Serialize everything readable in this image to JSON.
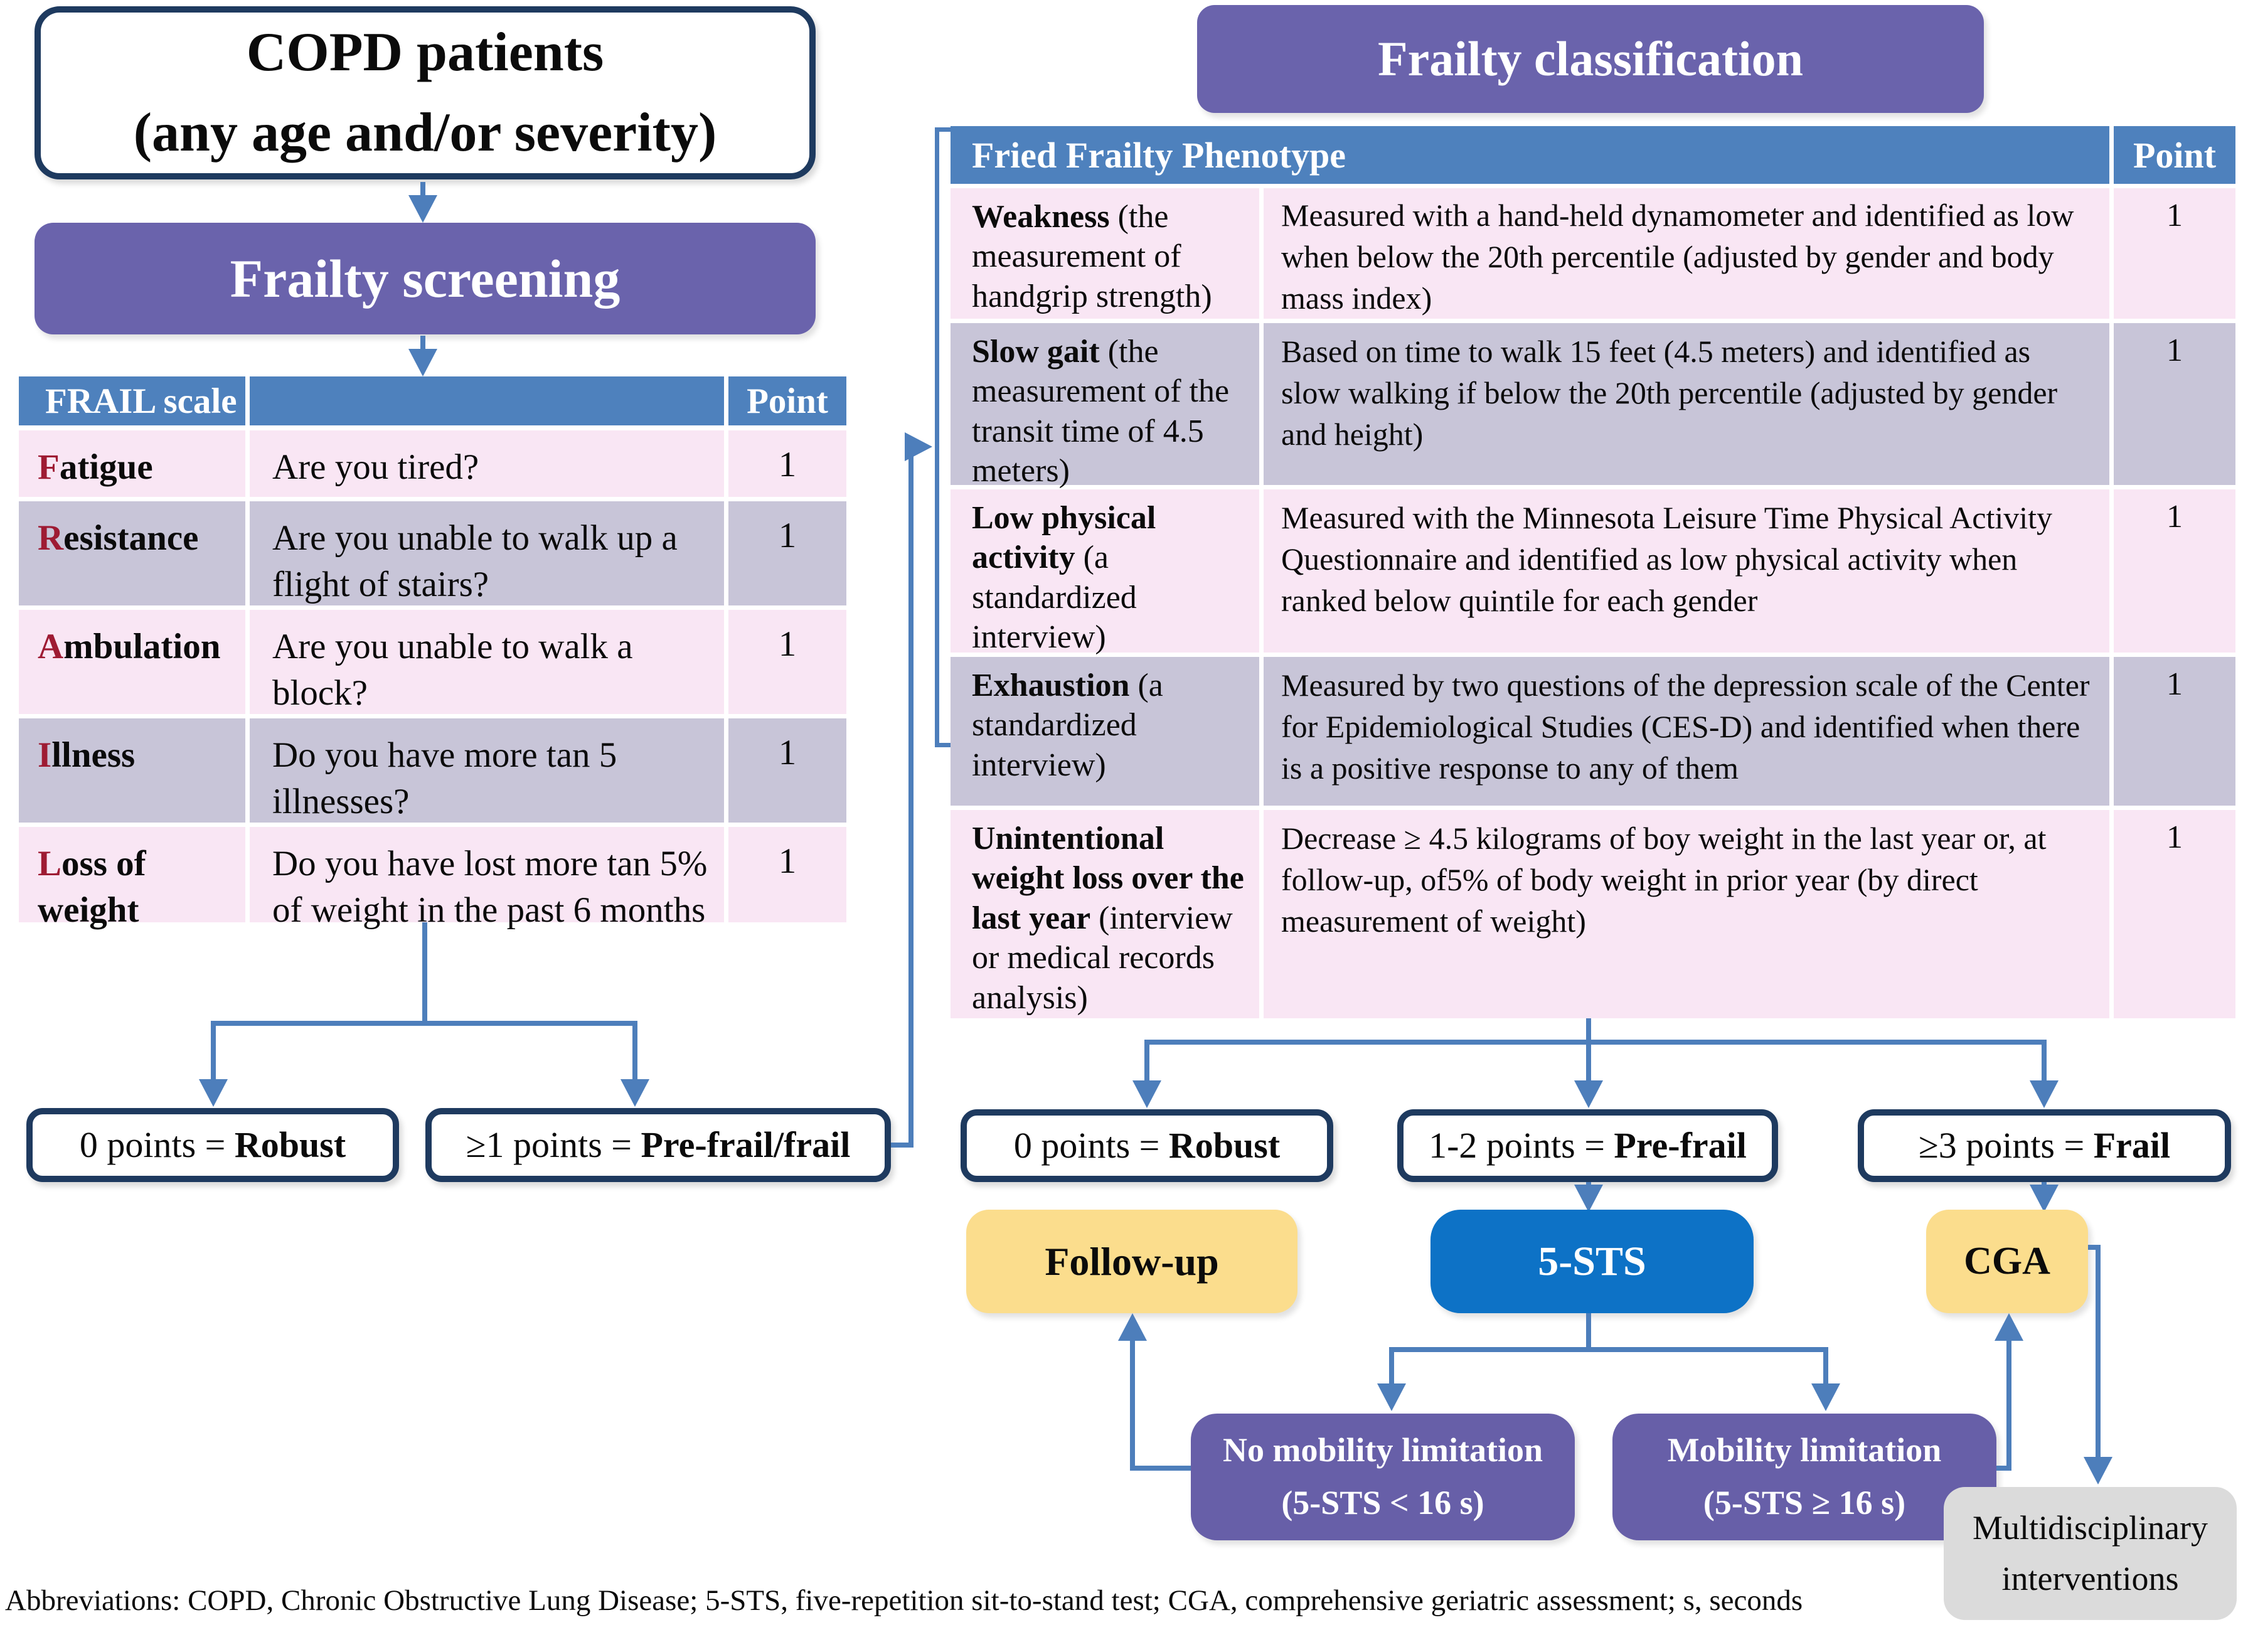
{
  "flow": {
    "copd_line1": "COPD patients",
    "copd_line2": "(any age and/or severity)",
    "screening_title": "Frailty screening",
    "classification_title": "Frailty classification"
  },
  "frail_table": {
    "header": {
      "scale": "FRAIL scale",
      "point": "Point"
    },
    "rows": [
      {
        "initial": "F",
        "term": "atigue",
        "question": "Are you tired?",
        "point": "1"
      },
      {
        "initial": "R",
        "term": "esistance",
        "question": "Are you unable to walk up a flight of stairs?",
        "point": "1"
      },
      {
        "initial": "A",
        "term": "mbulation",
        "question": "Are you unable to walk a block?",
        "point": "1"
      },
      {
        "initial": "I",
        "term": "llness",
        "question": "Do you have more tan 5 illnesses?",
        "point": "1"
      },
      {
        "initial": "L",
        "term": "oss of weight",
        "question": "Do you have lost more tan 5% of weight in the past 6 months",
        "point": "1"
      }
    ]
  },
  "fried_table": {
    "header": {
      "title": "Fried Frailty Phenotype",
      "point": "Point"
    },
    "rows": [
      {
        "name": "Weakness",
        "detail": "(the measurement of handgrip strength)",
        "description": "Measured with a hand-held dynamometer and identified as low when below the 20th percentile (adjusted by gender and body mass index)",
        "point": "1"
      },
      {
        "name": "Slow gait",
        "detail": "(the measurement of the transit time of 4.5 meters)",
        "description": "Based on time to walk 15 feet (4.5 meters) and identified as slow walking if below the 20th percentile (adjusted by gender and height)",
        "point": "1"
      },
      {
        "name": "Low physical activity",
        "detail": "(a standardized interview)",
        "description": "Measured with the Minnesota Leisure Time Physical Activity Questionnaire and identified as low physical activity when ranked below quintile for each gender",
        "point": "1"
      },
      {
        "name": "Exhaustion",
        "detail": "(a standardized interview)",
        "description": "Measured by two questions of the depression scale of the Center for Epidemiological Studies (CES-D) and identified when there is a positive response to any of them",
        "point": "1"
      },
      {
        "name": "Unintentional weight loss over the last year",
        "detail": "(interview or medical records analysis)",
        "description": "Decrease ≥ 4.5 kilograms of boy weight in the last year or, at follow-up, of5% of body weight in prior year (by direct measurement of weight)",
        "point": "1"
      }
    ]
  },
  "frail_outcomes": [
    {
      "prefix": "0 points = ",
      "label": "Robust"
    },
    {
      "prefix": "≥1 points = ",
      "label": "Pre-frail/frail"
    }
  ],
  "fried_outcomes": [
    {
      "prefix": "0 points = ",
      "label": "Robust"
    },
    {
      "prefix": "1-2 points = ",
      "label": "Pre-frail"
    },
    {
      "prefix": "≥3 points = ",
      "label": "Frail"
    }
  ],
  "actions": {
    "follow_up": "Follow-up",
    "sts": "5-STS",
    "cga": "CGA",
    "no_mobility_line1": "No mobility limitation",
    "no_mobility_line2": "(5-STS < 16 s)",
    "mobility_line1": "Mobility limitation",
    "mobility_line2": "(5-STS ≥ 16 s)",
    "multidisciplinary": "Multidisciplinary interventions"
  },
  "footnote": "Abbreviations: COPD, Chronic Obstructive Lung Disease; 5-STS, five-repetition sit-to-stand test; CGA, comprehensive geriatric assessment; s, seconds",
  "colors": {
    "navy": "#1E3A5F",
    "purple": "#6A63AC",
    "table_header_blue": "#4E81BD",
    "row_pink": "#F9E6F4",
    "row_gray": "#C8C5D8",
    "yellow": "#FBDD8D",
    "sts_blue": "#0D72C6",
    "mobility_purple": "#675FA8",
    "light_gray": "#DBDBDB",
    "arrow_blue": "#4D7EBB",
    "maroon_initial": "#9E1B33"
  }
}
